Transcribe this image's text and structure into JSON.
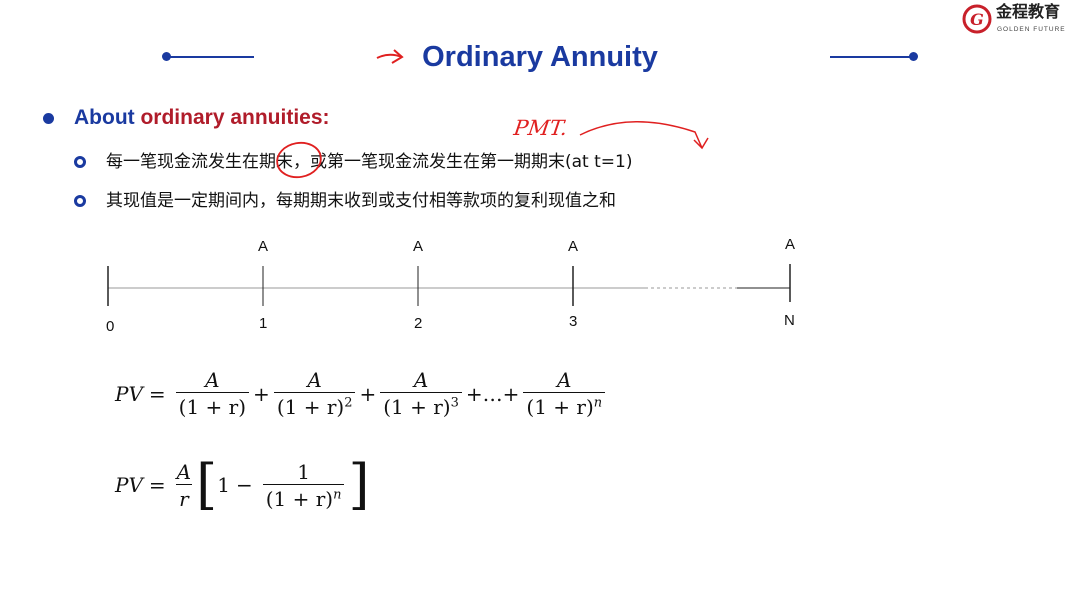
{
  "logo": {
    "name_cn": "金程教育",
    "name_en": "GOLDEN FUTURE"
  },
  "title": "Ordinary Annuity",
  "heading": {
    "part1": "About ",
    "part2": "ordinary annuities:"
  },
  "bullets": [
    "每一笔现金流发生在期末，或第一笔现金流发生在第一期期末(at t=1)",
    "其现值是一定期间内，每期期末收到或支付相等款项的复利现值之和"
  ],
  "annotation": "PMT.",
  "timeline": {
    "payment_label": "A",
    "periods": [
      "0",
      "1",
      "2",
      "3",
      "N"
    ]
  },
  "formula1": {
    "lhs": "PV",
    "num": "A",
    "terms": [
      "(1 + r)",
      "(1 + r)",
      "(1 + r)",
      "(1 + r)"
    ],
    "exps": [
      "",
      "2",
      "3",
      "n"
    ],
    "ellipsis": "+…+"
  },
  "formula2": {
    "lhs": "PV",
    "a": "A",
    "r": "r",
    "one": "1",
    "minus": "−",
    "den": "(1 + r)",
    "exp": "n"
  },
  "colors": {
    "blue": "#1a3aa0",
    "red": "#b01c2a",
    "ink": "#e02020"
  }
}
